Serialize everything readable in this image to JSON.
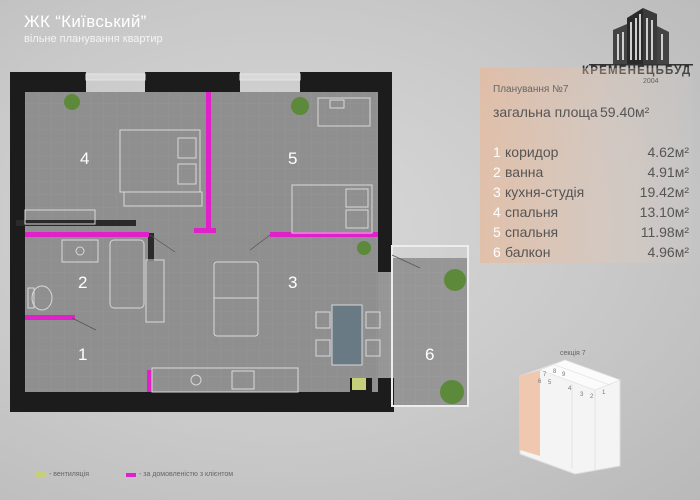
{
  "header": {
    "title": "ЖК “Київський”",
    "subtitle": "вільне планування квартир"
  },
  "logo": {
    "name": "КРЕМЕНЕЦЬБУД",
    "year": "2004",
    "icon": "buildings-icon"
  },
  "summary": {
    "plan_label": "Планування №7",
    "total_area_label": "загальна площа",
    "total_area_value": "59.40м²"
  },
  "rooms": [
    {
      "num": "1",
      "name": "коридор",
      "area": "4.62м²"
    },
    {
      "num": "2",
      "name": "ванна",
      "area": "4.91м²"
    },
    {
      "num": "3",
      "name": "кухня-студія",
      "area": "19.42м²"
    },
    {
      "num": "4",
      "name": "спальня",
      "area": "13.10м²"
    },
    {
      "num": "5",
      "name": "спальня",
      "area": "11.98м²"
    },
    {
      "num": "6",
      "name": "балкон",
      "area": "4.96м²"
    }
  ],
  "plan_labels": [
    "1",
    "2",
    "3",
    "4",
    "5",
    "6"
  ],
  "section": {
    "label": "секція 7",
    "apartment_numbers": [
      "7",
      "8",
      "9",
      "6",
      "5",
      "4",
      "3",
      "2",
      "1"
    ]
  },
  "legend": [
    {
      "text": "- вентиляція",
      "color": "#c8cf7a"
    },
    {
      "text": "- за домовленістю з клієнтом",
      "color": "#e020c8"
    }
  ],
  "colors": {
    "wall": "#1c1c1c",
    "floor": "#8d8d8d",
    "movable_wall": "#e020c8",
    "accent_panel": "#f0b48c"
  }
}
